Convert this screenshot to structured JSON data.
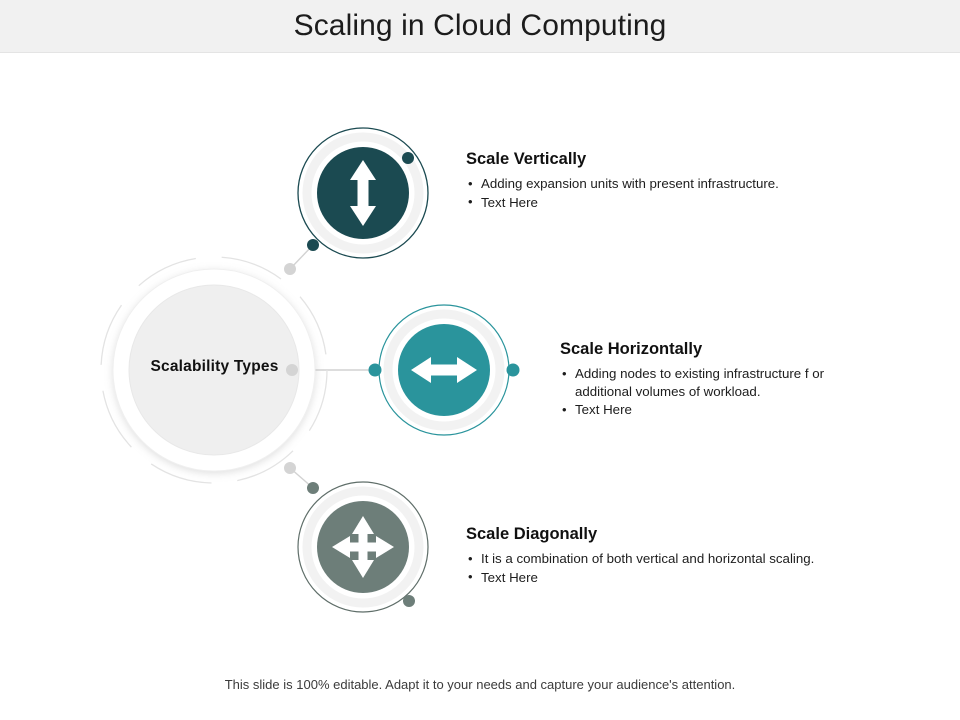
{
  "header": {
    "title": "Scaling in Cloud Computing"
  },
  "hub": {
    "label": "Scalability  Types"
  },
  "nodes": [
    {
      "id": "scale-vertically",
      "heading": "Scale Vertically",
      "icon": "vertical-double-arrow-icon",
      "color": "#1b4a51",
      "bullets": [
        "Adding  expansion units with present infrastructure.",
        "Text Here"
      ]
    },
    {
      "id": "scale-horizontally",
      "heading": "Scale Horizontally",
      "icon": "horizontal-double-arrow-icon",
      "color": "#2a949c",
      "bullets": [
        "Adding  nodes to existing infrastructure f or additional  volumes of workload.",
        "Text Here"
      ]
    },
    {
      "id": "scale-diagonally",
      "heading": "Scale Diagonally",
      "icon": "four-way-arrow-icon",
      "color": "#6d7e79",
      "bullets": [
        "It is a combination of both vertical and  horizontal scaling.",
        "Text Here"
      ]
    }
  ],
  "footer": {
    "note": "This slide is 100% editable. Adapt it to your needs and capture your audience's attention."
  },
  "palette": {
    "header_band": "#f1f1f1",
    "hub_fill": "#efefef",
    "connector": "#cfcfcf",
    "page_background": "#ffffff"
  }
}
